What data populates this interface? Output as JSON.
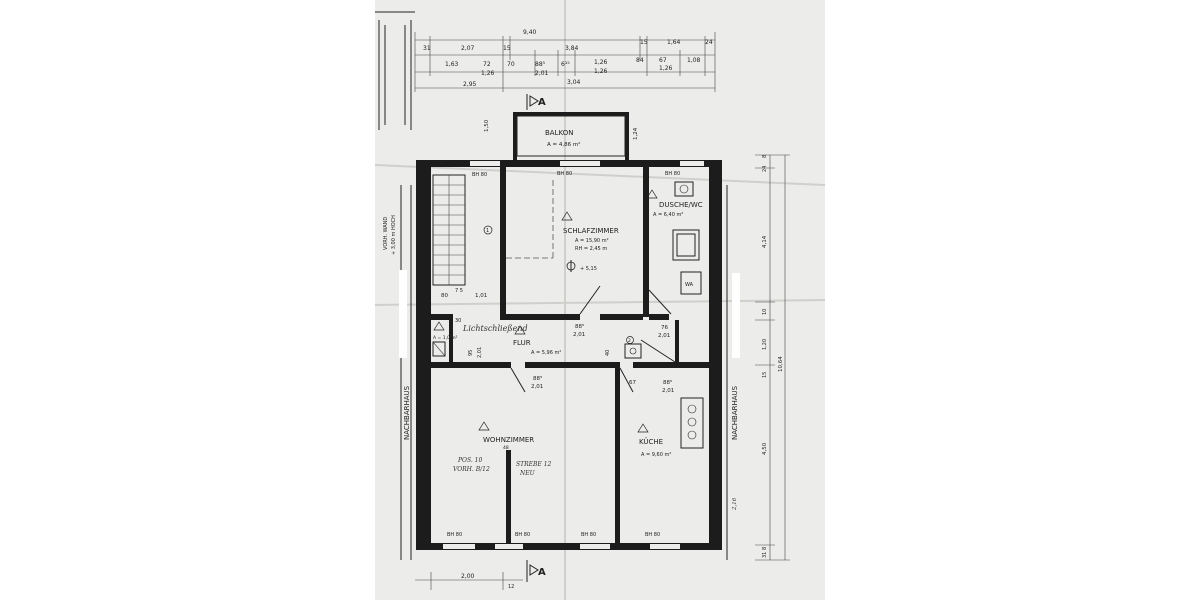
{
  "dims_top": {
    "row1": [
      "31",
      "2,07",
      "15",
      "3,84",
      "15",
      "1,64",
      "24"
    ],
    "row2": [
      "1,63",
      "72",
      "70",
      "88⁵",
      "6¹⁵",
      "1,26",
      "84",
      "67",
      "1,08"
    ],
    "row2b": [
      "1,26",
      "2,01",
      "1,26",
      "1,26"
    ],
    "row3": [
      "2,95",
      "3,04"
    ],
    "total": "9,40"
  },
  "section_marker": "A",
  "rooms": {
    "balkon": {
      "name": "BALKON",
      "area": "A = 4,86 m²"
    },
    "schlafzimmer": {
      "name": "SCHLAFZIMMER",
      "area": "A = 15,90 m²",
      "rh": "RH = 2,45 m",
      "level": "+ 5,15"
    },
    "dusche": {
      "name": "DUSCHE/WC",
      "area": "A = 6,40 m²"
    },
    "flur": {
      "name": "FLUR",
      "area": "A = 5,96 m²"
    },
    "wohnzimmer": {
      "name": "WOHNZIMMER"
    },
    "kueche": {
      "name": "KÜCHE",
      "area": "A = 9,60 m²"
    },
    "abstell": {
      "area": "A = 1,0 m²"
    }
  },
  "labels": {
    "bh80": "BH 80",
    "wa": "WA",
    "nachbarhaus": "NACHBARHAUS",
    "vorh_wand": "VORH. WAND",
    "vorh_wand2": "+ 3,00 m HOCH",
    "one": "1",
    "two": "2",
    "lichtschliessend": "Lichtschließend",
    "pos": "POS. 10",
    "vorh": "VORH. B/12",
    "strebe": "STREBE 12",
    "neu": "NEU",
    "s48": "48",
    "s12": "12"
  },
  "dims_inner": {
    "d80": "80",
    "d75": "7 5",
    "d101": "1,01",
    "d30": "30",
    "d885a": "88⁵",
    "d201a": "2,01",
    "d76": "76",
    "d201b": "2,01",
    "d885b": "88⁵",
    "d201c": "2,01",
    "d67": "67",
    "d885c": "88⁵",
    "d201d": "2,01",
    "d95": "95",
    "d201e": "2,01",
    "d40": "40",
    "d150": "1,50",
    "d124": "1,24"
  },
  "dims_right": [
    "24",
    "8",
    "4,14",
    "10",
    "1,20",
    "15",
    "10,64",
    "4,50",
    "2,16",
    "8",
    "31"
  ],
  "dims_bottom": {
    "d200": "2,00",
    "d12": "12"
  }
}
